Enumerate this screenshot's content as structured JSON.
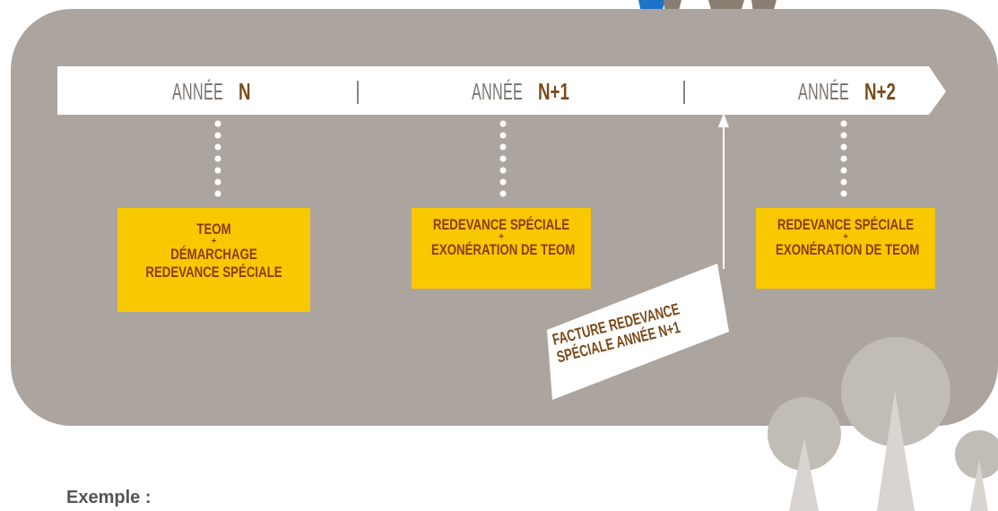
{
  "timeline": {
    "years": [
      {
        "prefix": "ANNÉE",
        "suffix": "N"
      },
      {
        "prefix": "ANNÉE",
        "suffix": "N+1"
      },
      {
        "prefix": "ANNÉE",
        "suffix": "N+2"
      }
    ],
    "separators": [
      "|",
      "|"
    ]
  },
  "boxes": [
    {
      "line1": "TEOM",
      "plus": "+",
      "line2": "DÉMARCHAGE",
      "line3": "REDEVANCE SPÉCIALE"
    },
    {
      "line1": "REDEVANCE SPÉCIALE",
      "plus": "+",
      "line2": "EXONÉRATION DE TEOM"
    },
    {
      "line1": "REDEVANCE SPÉCIALE",
      "plus": "+",
      "line2": "EXONÉRATION DE TEOM"
    }
  ],
  "invoice_label": {
    "line1": "FACTURE REDEVANCE",
    "line2": "SPÉCIALE ANNÉE N+1"
  },
  "footer": {
    "example_label": "Exemple :"
  },
  "colors": {
    "panel": "#aca59f",
    "timeline": "#ffffff",
    "box": "#f8c800",
    "box_text": "#8a3d12",
    "tree": "#c2bcb6",
    "tree_trunk": "#d8d4cf",
    "logo_blue": "#1e73c8",
    "logo_brown": "#8a7d72"
  },
  "icons": [
    "recycling-bin-icon",
    "trash-bin-icon",
    "tree-icon"
  ]
}
